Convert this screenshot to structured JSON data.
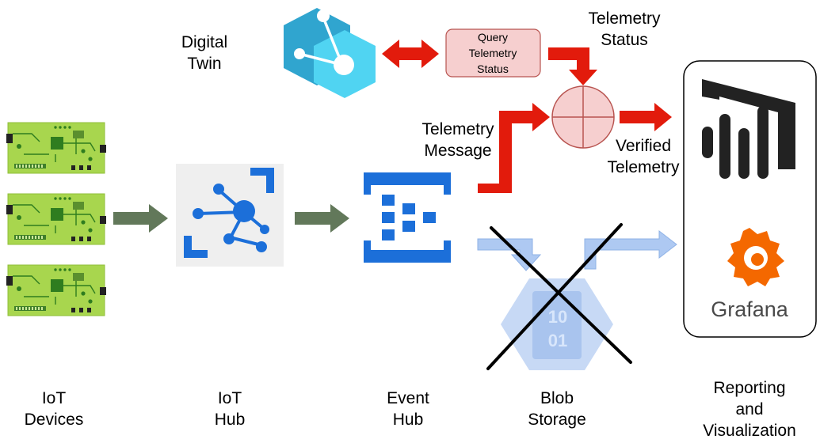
{
  "nodes": {
    "iot_devices": {
      "line1": "IoT",
      "line2": "Devices"
    },
    "iot_hub": {
      "line1": "IoT",
      "line2": "Hub"
    },
    "event_hub": {
      "line1": "Event",
      "line2": "Hub"
    },
    "blob_storage": {
      "line1": "Blob",
      "line2": "Storage",
      "blob_digits": {
        "row1": "10",
        "row2": "01"
      }
    },
    "reporting": {
      "line1": "Reporting",
      "line2": "and",
      "line3": "Visualization"
    },
    "digital_twin": {
      "line1": "Digital",
      "line2": "Twin"
    },
    "query": {
      "line1": "Query",
      "line2": "Telemetry",
      "line3": "Status"
    },
    "grafana": {
      "wordmark": "Grafana"
    }
  },
  "edge_labels": {
    "telemetry_status": {
      "line1": "Telemetry",
      "line2": "Status"
    },
    "telemetry_message": {
      "line1": "Telemetry",
      "line2": "Message"
    },
    "verified_telemetry": {
      "line1": "Verified",
      "line2": "Telemetry"
    }
  },
  "colors": {
    "flow_arrow": "#62785a",
    "telemetry_arrow": "#e21b0c",
    "blob_path_faded": "#aec9f2",
    "azure_blue": "#1c6fd9",
    "query_box_fill": "#f6cfcf",
    "query_box_stroke": "#b85450",
    "verify_circle_fill": "#f6cfcf",
    "pcb_green": "#9fd24a"
  },
  "icons": [
    "circuit-board-icon",
    "iot-hub-icon",
    "event-hub-icon",
    "digital-twin-icon",
    "blob-storage-icon",
    "power-bi-icon",
    "grafana-icon"
  ]
}
